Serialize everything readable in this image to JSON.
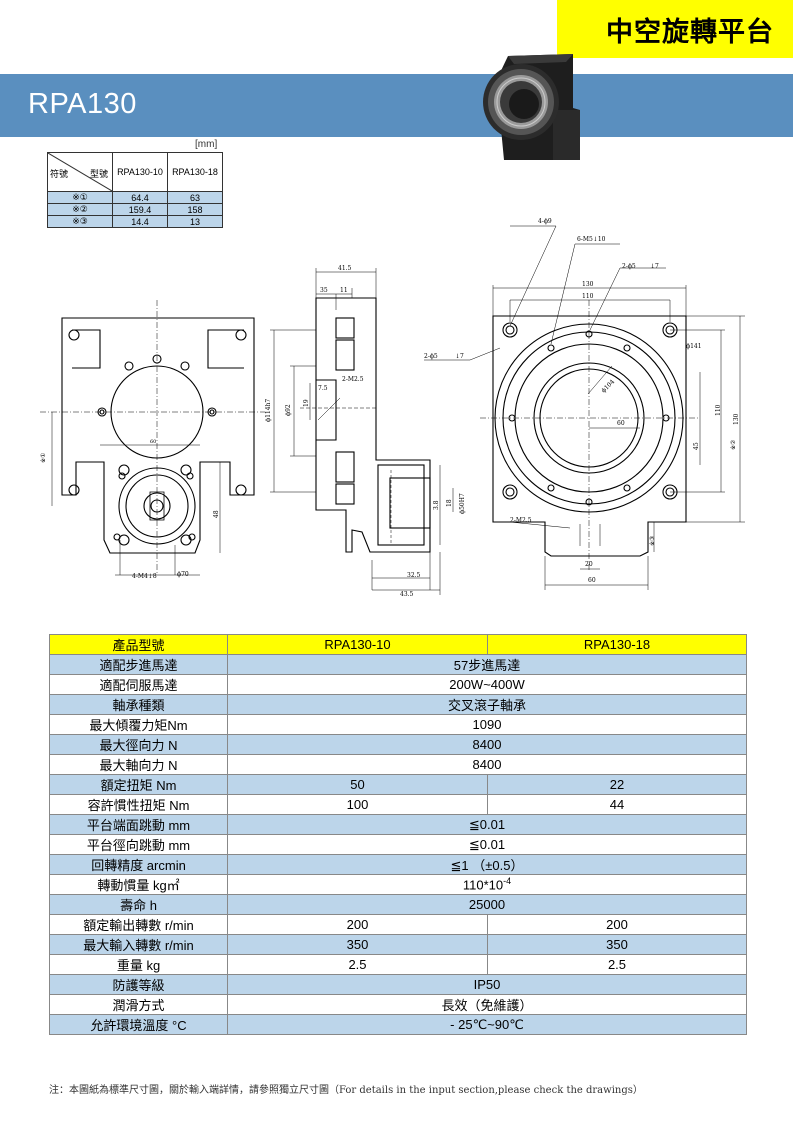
{
  "header": {
    "category": "中空旋轉平台",
    "model": "RPA130"
  },
  "dims_table": {
    "unit": "[mm]",
    "corner_left": "符號",
    "corner_right": "型號",
    "columns": [
      "RPA130-10",
      "RPA130-18"
    ],
    "rows": [
      {
        "symbol": "※①",
        "values": [
          "64.4",
          "63"
        ]
      },
      {
        "symbol": "※②",
        "values": [
          "159.4",
          "158"
        ]
      },
      {
        "symbol": "※③",
        "values": [
          "14.4",
          "13"
        ]
      }
    ]
  },
  "drawing_labels": {
    "side": [
      "41.5",
      "35",
      "11",
      "7.5",
      "2-M2.5",
      "ϕ114h7",
      "ϕ92",
      "19",
      "18",
      "3.8",
      "ϕ50H7",
      "32.5",
      "43.5"
    ],
    "front": [
      "4-M4↓8",
      "ϕ70",
      "60",
      "48",
      "※①"
    ],
    "right": [
      "4-ϕ9",
      "6-M5↓10",
      "2-ϕ5",
      "↓7",
      "130",
      "110",
      "ϕ141",
      "ϕ104",
      "60",
      "45",
      "110",
      "130",
      "※②",
      "2-M2.5",
      "20",
      "60",
      "※③",
      "2-ϕ5",
      "↓7"
    ]
  },
  "spec_table": {
    "header": {
      "label": "產品型號",
      "col1": "RPA130-10",
      "col2": "RPA130-18"
    },
    "rows": [
      {
        "label": "適配步進馬達",
        "merged": "57步進馬達"
      },
      {
        "label": "適配伺服馬達",
        "merged": "200W~400W"
      },
      {
        "label": "軸承種類",
        "merged": "交叉滾子軸承"
      },
      {
        "label": "最大傾覆力矩Nm",
        "merged": "1090"
      },
      {
        "label": "最大徑向力 N",
        "merged": "8400"
      },
      {
        "label": "最大軸向力 N",
        "merged": "8400"
      },
      {
        "label": "額定扭矩 Nm",
        "col1": "50",
        "col2": "22"
      },
      {
        "label": "容許慣性扭矩 Nm",
        "col1": "100",
        "col2": "44"
      },
      {
        "label": "平台端面跳動 mm",
        "merged": "≦0.01"
      },
      {
        "label": "平台徑向跳動 mm",
        "merged": "≦0.01"
      },
      {
        "label": "回轉精度 arcmin",
        "merged": "≦1 （±0.5）"
      },
      {
        "label": "轉動慣量 kg㎡",
        "merged": "110*10",
        "sup": "-4"
      },
      {
        "label": "壽命 h",
        "merged": "25000"
      },
      {
        "label": "額定輸出轉數 r/min",
        "col1": "200",
        "col2": "200"
      },
      {
        "label": "最大輸入轉數 r/min",
        "col1": "350",
        "col2": "350"
      },
      {
        "label": "重量 kg",
        "col1": "2.5",
        "col2": "2.5"
      },
      {
        "label": "防護等級",
        "merged": "IP50"
      },
      {
        "label": "潤滑方式",
        "merged": "長效（免維護）"
      },
      {
        "label": "允許環境溫度 °C",
        "merged": "- 25℃~90℃"
      }
    ]
  },
  "note": "注：本圖紙為標準尺寸圖，關於輸入端詳情，請參照獨立尺寸圖（For details in the input section,please check the drawings）"
}
